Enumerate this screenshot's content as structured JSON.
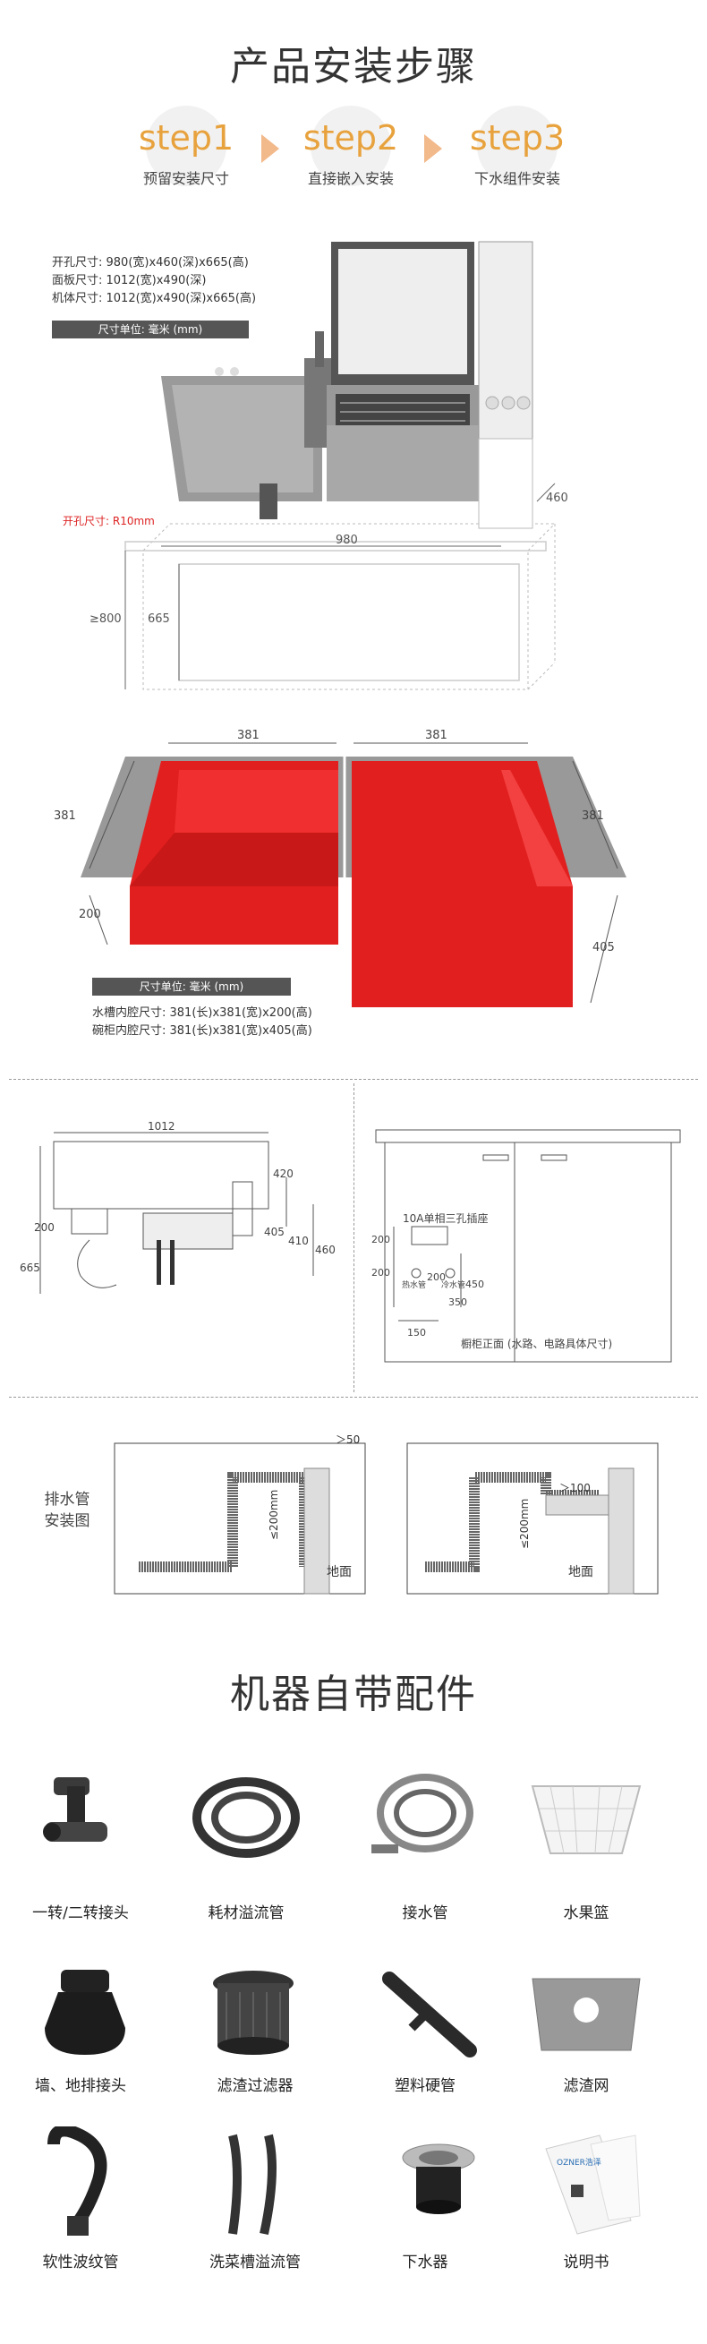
{
  "install": {
    "title": "产品安装步骤",
    "steps": [
      {
        "label": "step1",
        "sub": "预留安装尺寸"
      },
      {
        "label": "step2",
        "sub": "直接嵌入安装"
      },
      {
        "label": "step3",
        "sub": "下水组件安装"
      }
    ],
    "specs": [
      "开孔尺寸: 980(宽)x460(深)x665(高)",
      "面板尺寸: 1012(宽)x490(深)",
      "机体尺寸: 1012(宽)x490(深)x665(高)"
    ],
    "unit": "尺寸单位: 毫米 (mm)",
    "hole_label": "开孔尺寸: R10mm",
    "dims": {
      "width": "980",
      "depth": "460",
      "min_height": "≥800",
      "height": "665"
    }
  },
  "bowls": {
    "dim_len_left": "381",
    "dim_len_right": "381",
    "dim_side_left": "381",
    "dim_side_right": "381",
    "dim_h_left": "200",
    "dim_h_right": "405",
    "unit": "尺寸单位: 毫米 (mm)",
    "specs": [
      "水槽内腔尺寸: 381(长)x381(宽)x200(高)",
      "碗柜内腔尺寸: 381(长)x381(宽)x405(高)"
    ]
  },
  "side_view": {
    "d1012": "1012",
    "d420": "420",
    "d200": "200",
    "d665": "665",
    "d405": "405",
    "d410": "410",
    "d460": "460"
  },
  "cabinet_front": {
    "socket": "10A单相三孔插座",
    "d200a": "200",
    "d200b": "200",
    "d200c": "200",
    "d450": "450",
    "d350": "350",
    "d150": "150",
    "hot": "热水管",
    "cold": "冷水管",
    "caption": "橱柜正面 (水路、电路具体尺寸)"
  },
  "drain": {
    "label_line1": "排水管",
    "label_line2": "安装图",
    "d50": "＞50",
    "d200_left": "≤200mm",
    "d200_right": "≤200mm",
    "d100": "＞100",
    "floor_left": "地面",
    "floor_right": "地面"
  },
  "accessories": {
    "title": "机器自带配件",
    "items": [
      {
        "name": "一转/二转接头"
      },
      {
        "name": "耗材溢流管"
      },
      {
        "name": "接水管"
      },
      {
        "name": "水果篮"
      },
      {
        "name": "墙、地排接头"
      },
      {
        "name": "滤渣过滤器"
      },
      {
        "name": "塑料硬管"
      },
      {
        "name": "滤渣网"
      },
      {
        "name": "软性波纹管"
      },
      {
        "name": "洗菜槽溢流管"
      },
      {
        "name": "下水器"
      },
      {
        "name": "说明书"
      }
    ]
  },
  "manual_cover_brand": "OZNER浩泽"
}
